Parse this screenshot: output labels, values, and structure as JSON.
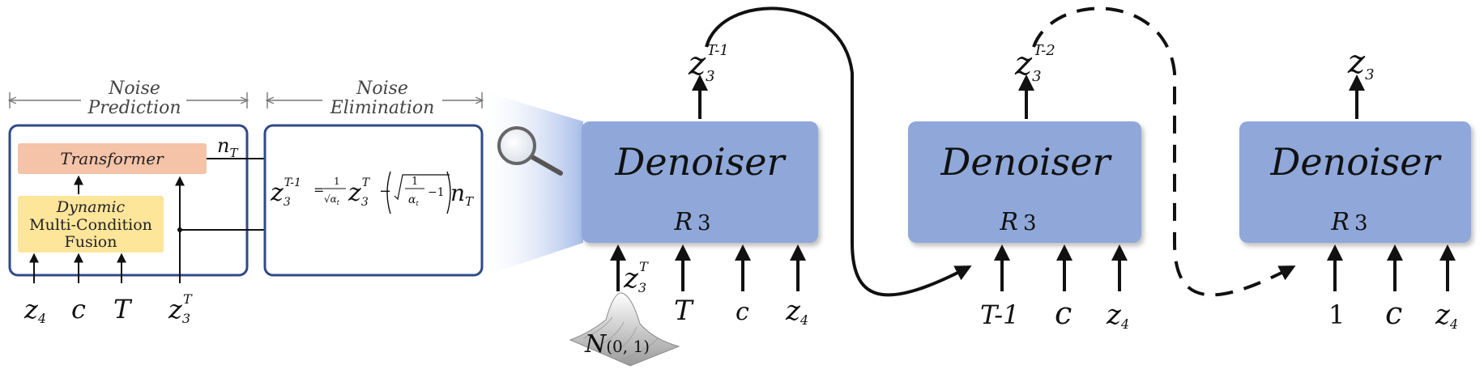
{
  "noise_prediction": {
    "line1": "Noise",
    "line2": "Prediction"
  },
  "noise_elimination": {
    "line1": "Noise",
    "line2": "Elimination"
  },
  "transformer_label": "Transformer",
  "fusion_label": {
    "line1": "Dynamic",
    "line2": "Multi-Condition",
    "line3": "Fusion"
  },
  "n_T_label": "n",
  "n_T_sub": "T",
  "left_inputs": {
    "z4": "z",
    "z4_sub": "4",
    "c": "c",
    "T": "T",
    "z3T": "z",
    "z3T_sub": "3",
    "z3T_sup": "T"
  },
  "equation": {
    "lhs": "z",
    "lhs_sub": "3",
    "lhs_sup": "T-1",
    "eq": "=",
    "frac1_num": "1",
    "frac1_den": "√α",
    "frac1_den_sub": "t",
    "mid": "z",
    "mid_sub": "3",
    "mid_sup": "T",
    "minus": "−",
    "frac2_num": "1",
    "frac2_den": "α",
    "frac2_den_sub": "t",
    "minus_one": "−1",
    "n": "n",
    "n_sub": "T"
  },
  "denoisers": [
    {
      "title": "Denoiser",
      "model": "R",
      "model_sub": "3",
      "output": "z",
      "output_sub": "3",
      "output_sup": "T-1",
      "inputs": [
        {
          "label": "z",
          "sub": "3",
          "sup": "T"
        },
        {
          "label": "T",
          "sub": "",
          "sup": ""
        },
        {
          "label": "c",
          "sub": "",
          "sup": ""
        },
        {
          "label": "z",
          "sub": "4",
          "sup": ""
        }
      ]
    },
    {
      "title": "Denoiser",
      "model": "R",
      "model_sub": "3",
      "output": "z",
      "output_sub": "3",
      "output_sup": "T-2",
      "inputs": [
        {
          "label": "T-1",
          "sub": "",
          "sup": ""
        },
        {
          "label": "c",
          "sub": "",
          "sup": ""
        },
        {
          "label": "z",
          "sub": "4",
          "sup": ""
        }
      ]
    },
    {
      "title": "Denoiser",
      "model": "R",
      "model_sub": "3",
      "output": "z",
      "output_sub": "3",
      "output_sup": "",
      "inputs": [
        {
          "label": "1",
          "sub": "",
          "sup": ""
        },
        {
          "label": "c",
          "sub": "",
          "sup": ""
        },
        {
          "label": "z",
          "sub": "4",
          "sup": ""
        }
      ]
    }
  ],
  "gaussian_label": {
    "N": "N",
    "args": "(0, 1)"
  },
  "colors": {
    "denoiser_fill": "#8fa8d9",
    "box_border": "#2f4a86",
    "transformer_fill": "#f4c3a8",
    "fusion_fill": "#fde59a",
    "beam": "#b6c8ee"
  }
}
